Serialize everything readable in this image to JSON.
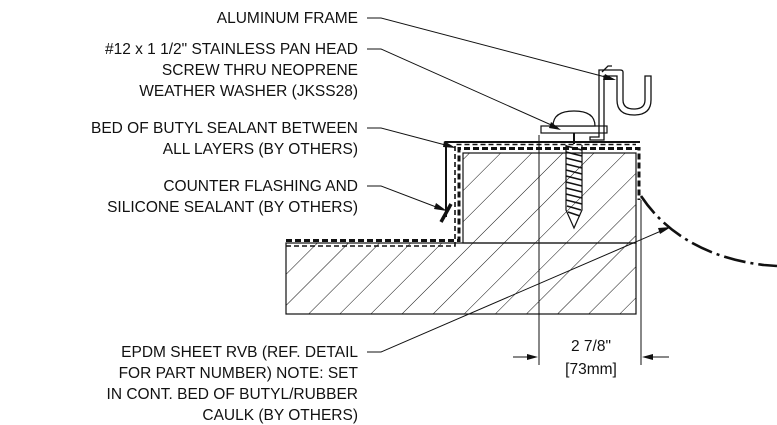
{
  "callouts": {
    "aluminum_frame": [
      "ALUMINUM FRAME"
    ],
    "screw": [
      "#12 x 1 1/2\" STAINLESS PAN HEAD",
      "SCREW THRU NEOPRENE",
      "WEATHER WASHER (JKSS28)"
    ],
    "butyl_bed": [
      "BED OF BUTYL SEALANT BETWEEN",
      "ALL LAYERS (BY OTHERS)"
    ],
    "counter_flashing": [
      "COUNTER FLASHING AND",
      "SILICONE SEALANT (BY OTHERS)"
    ],
    "epdm_sheet": [
      "EPDM SHEET RVB (REF. DETAIL",
      "FOR PART NUMBER) NOTE: SET",
      "IN CONT. BED OF BUTYL/RUBBER",
      "CAULK (BY OTHERS)"
    ]
  },
  "dimension": {
    "imperial": "2 7/8\"",
    "metric": "[73mm]"
  },
  "colors": {
    "line": "#111111",
    "background": "#ffffff"
  }
}
